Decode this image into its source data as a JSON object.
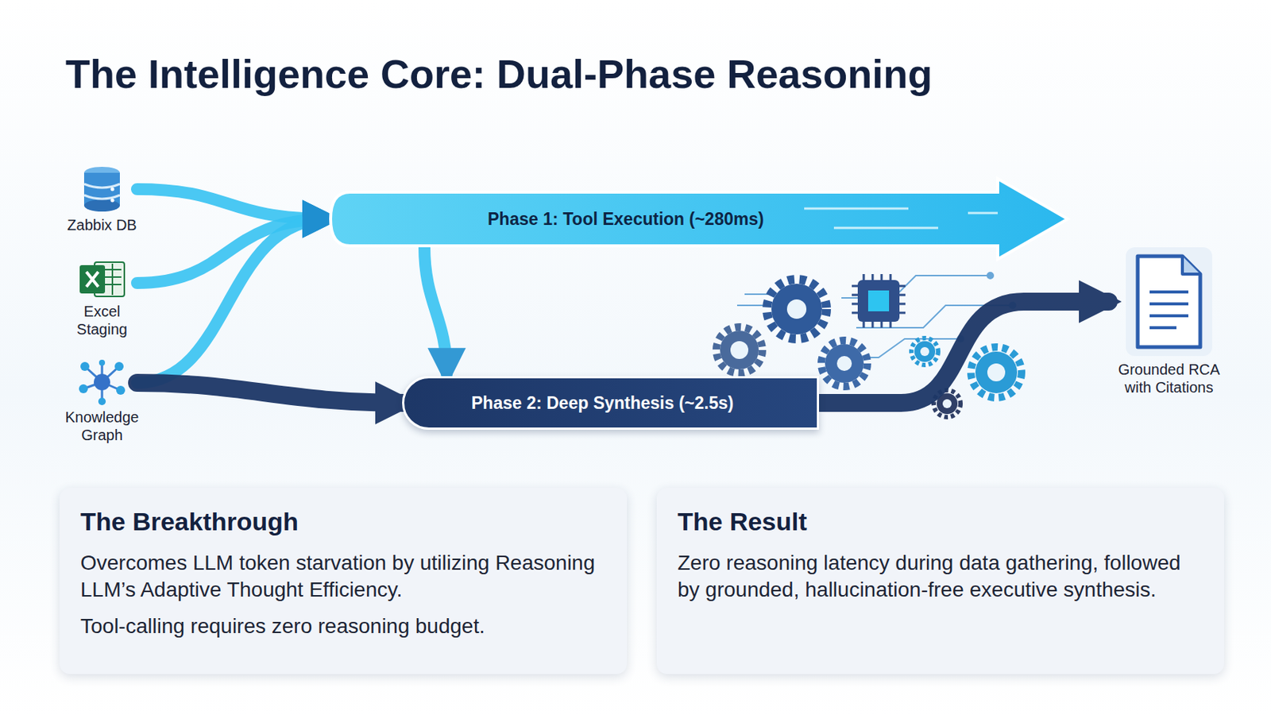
{
  "diagram": {
    "title": "The Intelligence Core: Dual-Phase Reasoning",
    "nodes": [
      {
        "text": [
          "Zabbix DB"
        ]
      },
      {
        "text": [
          "Excel Staging"
        ]
      },
      {
        "text": [
          "Knowledge Graph"
        ]
      },
      {
        "text": [
          "Phase 1: Tool Execution (~280ms)"
        ]
      },
      {
        "text": [
          "Phase 2: Deep Synthesis (~2.5s)"
        ]
      },
      {
        "text": [
          "Grounded RCA with Citations"
        ]
      },
      {
        "text": [
          "The Breakthrough",
          "Overcomes LLM token starvation by utilizing Reasoning LLM’s Adaptive Thought Efficiency.",
          "Tool-calling requires zero reasoning budget."
        ]
      },
      {
        "text": [
          "The Result",
          "Zero reasoning latency during data gathering, followed by grounded, hallucination-free executive synthesis."
        ]
      }
    ],
    "edges": [
      {
        "from": 0,
        "to": 3,
        "arrow": "to"
      },
      {
        "from": 1,
        "to": 3,
        "arrow": "to"
      },
      {
        "from": 2,
        "to": 3,
        "arrow": "to"
      },
      {
        "from": 2,
        "to": 4,
        "arrow": "to"
      },
      {
        "from": 3,
        "to": 4,
        "arrow": "to"
      },
      {
        "from": 4,
        "to": 5,
        "arrow": "to"
      }
    ]
  }
}
